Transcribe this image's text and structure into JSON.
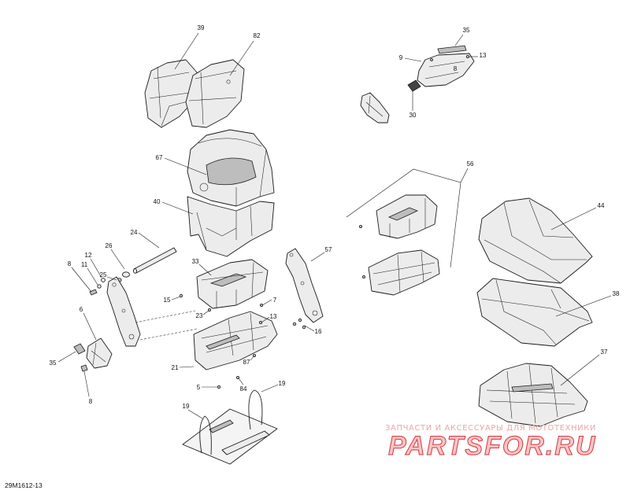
{
  "diagram": {
    "drawing_code": "29M1612-13",
    "callouts": [
      "39",
      "82",
      "67",
      "40",
      "24",
      "26",
      "12",
      "11",
      "8",
      "25",
      "33",
      "15",
      "23",
      "7",
      "13",
      "16",
      "6",
      "35",
      "21",
      "87",
      "5",
      "84",
      "8",
      "19",
      "19",
      "57",
      "56",
      "44",
      "38",
      "37",
      "35",
      "9",
      "13",
      "8",
      "30"
    ]
  },
  "watermark": {
    "tagline": "ЗАПЧАСТИ И АКСЕССУАРЫ ДЛЯ МОТОТЕХНИКИ",
    "logo": "PARTSFOR.RU"
  },
  "colors": {
    "line": "#1a1a1a",
    "part_fill": "#ececec",
    "watermark_red": "#d9363e"
  }
}
